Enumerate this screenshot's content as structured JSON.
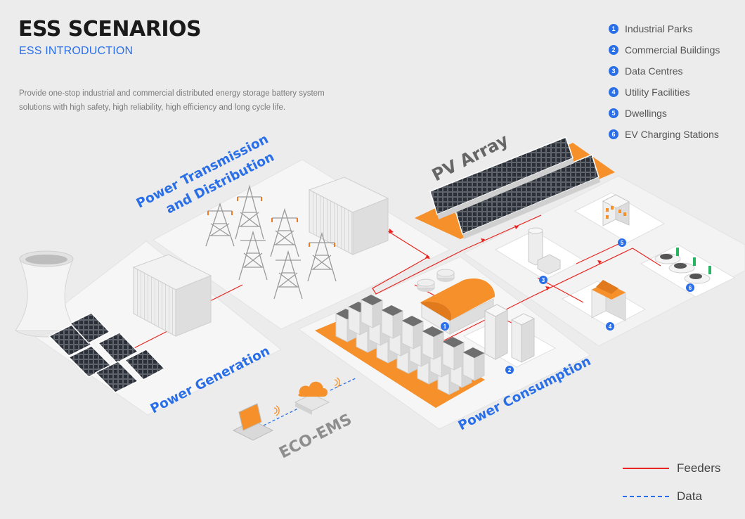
{
  "header": {
    "title": "ESS SCENARIOS",
    "subtitle": "ESS INTRODUCTION",
    "description": "Provide one-stop industrial and commercial distributed energy storage battery system solutions with high safety, high reliability, high efficiency and long cycle life."
  },
  "scenarios": [
    {
      "number": "1",
      "label": "Industrial Parks"
    },
    {
      "number": "2",
      "label": "Commercial Buildings"
    },
    {
      "number": "3",
      "label": "Data Centres"
    },
    {
      "number": "4",
      "label": "Utility Facilities"
    },
    {
      "number": "5",
      "label": "Dwellings"
    },
    {
      "number": "6",
      "label": "EV Charging Stations"
    }
  ],
  "zones": {
    "transmission_line1": "Power Transmission",
    "transmission_line2": "and Distribution",
    "pv_array": "PV Array",
    "generation": "Power Generation",
    "consumption": "Power Consumption",
    "ems": "ECO-EMS"
  },
  "line_legend": {
    "feeders": "Feeders",
    "data": "Data"
  },
  "colors": {
    "accent_blue": "#2a6fe8",
    "feeder_red": "#e8251f",
    "orange": "#f5902a",
    "platform": "#f7f7f7",
    "background": "#ececec"
  }
}
